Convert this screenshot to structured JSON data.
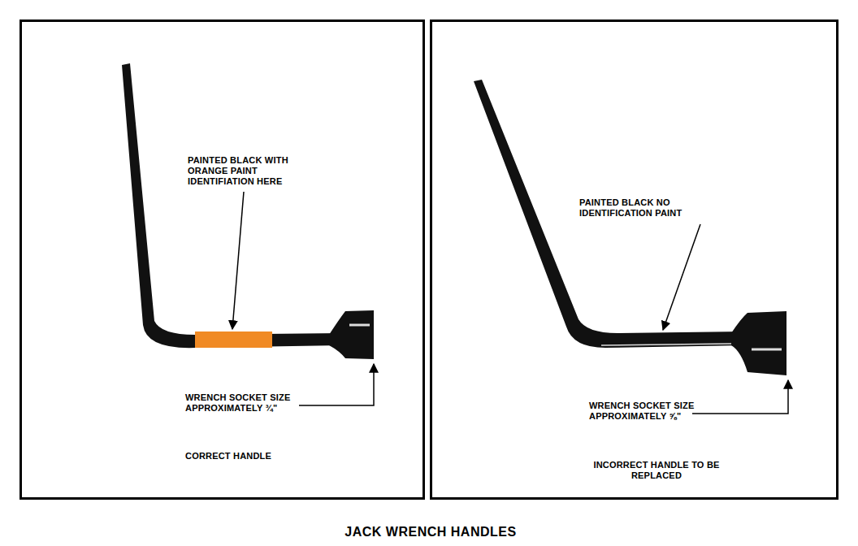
{
  "diagram": {
    "title": "JACK WRENCH HANDLES",
    "nodes": [
      {
        "text": [
          "PAINTED BLACK WITH ORANGE PAINT IDENTIFIATION HERE",
          "WRENCH SOCKET SIZE APPROXIMATELY ¾\"",
          "CORRECT HANDLE"
        ]
      },
      {
        "text": [
          "PAINTED BLACK NO IDENTIFICATION PAINT",
          "WRENCH SOCKET SIZE APPROXIMATELY ⅝\"",
          "INCORRECT HANDLE TO BE REPLACED"
        ]
      }
    ]
  }
}
